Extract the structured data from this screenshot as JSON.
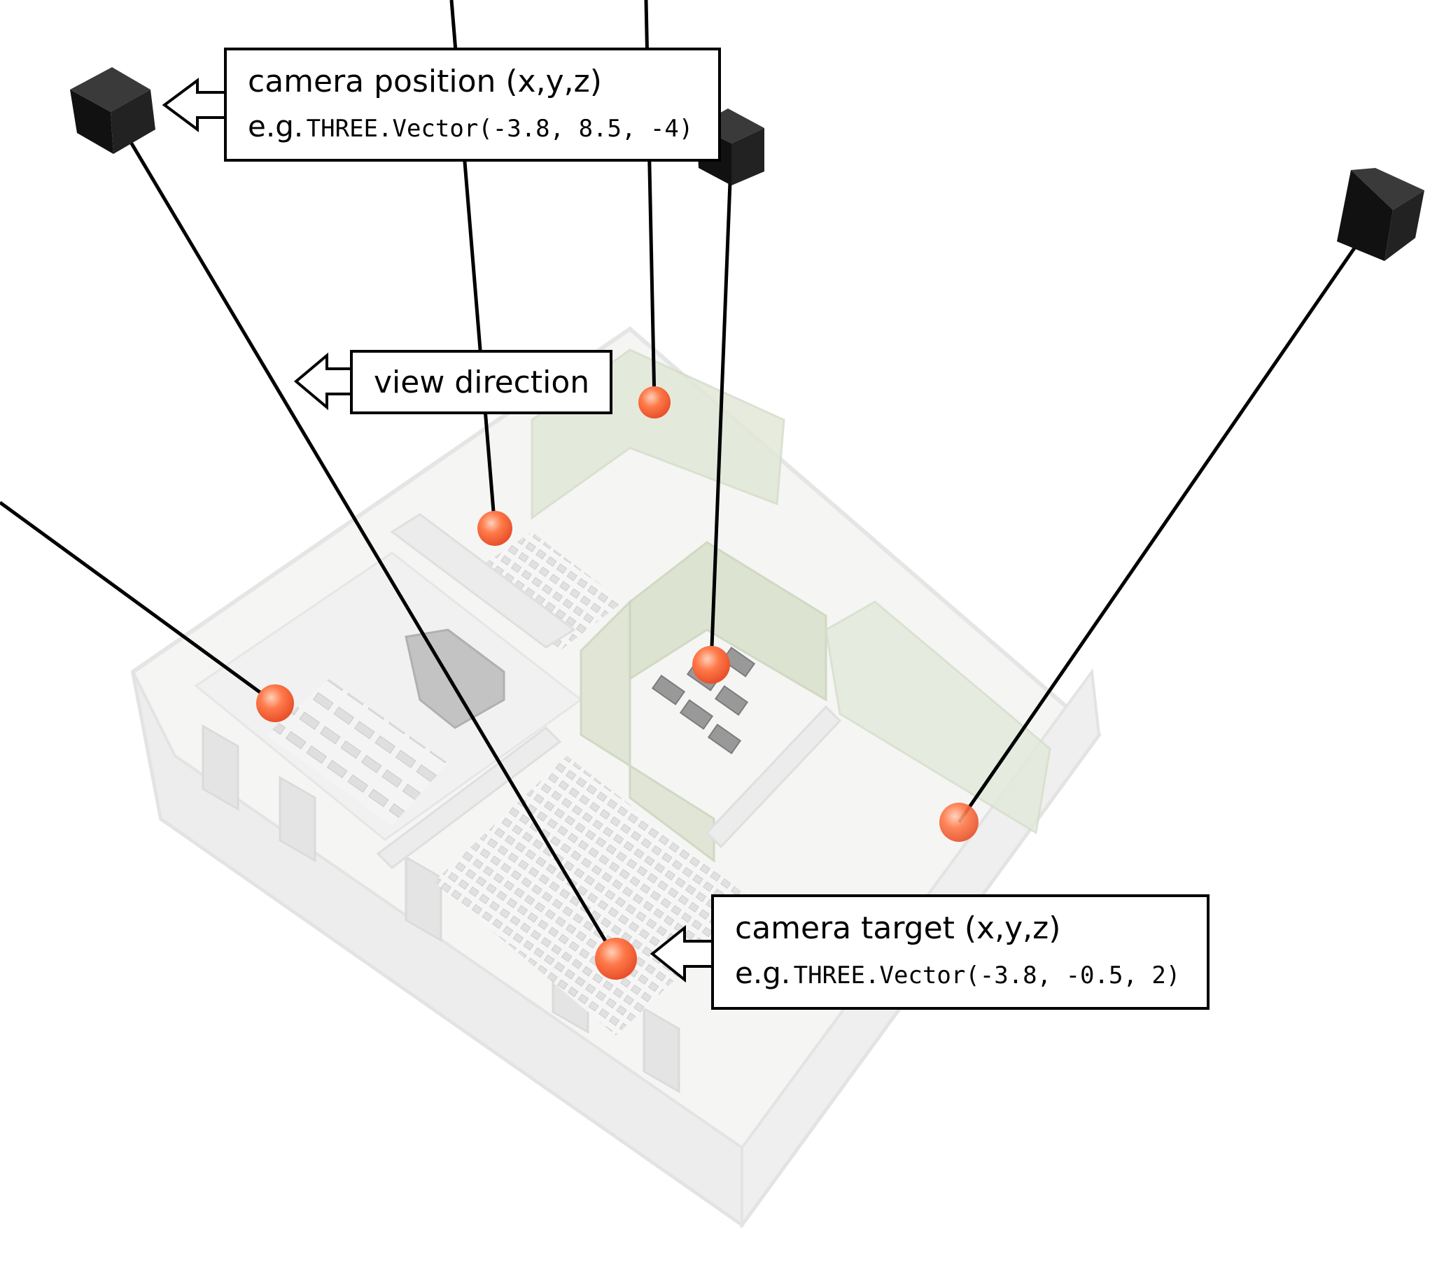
{
  "callouts": {
    "camera_position": {
      "title": "camera position (x,y,z)",
      "example_prefix": "e.g.",
      "example_code": "THREE.Vector(-3.8, 8.5, -4)"
    },
    "view_direction": {
      "title": "view direction"
    },
    "camera_target": {
      "title": "camera target (x,y,z)",
      "example_prefix": "e.g.",
      "example_code": "THREE.Vector(-3.8, -0.5, 2)"
    }
  },
  "colors": {
    "camera_cube": "#1a1a1a",
    "target_sphere": "#ff6a40",
    "view_line": "#000000",
    "building_wall": "#d6e0c8",
    "building_floor": "#f2f2f0"
  },
  "icons": [
    "camera-cube-icon",
    "target-sphere-icon",
    "hollow-arrow-icon"
  ]
}
